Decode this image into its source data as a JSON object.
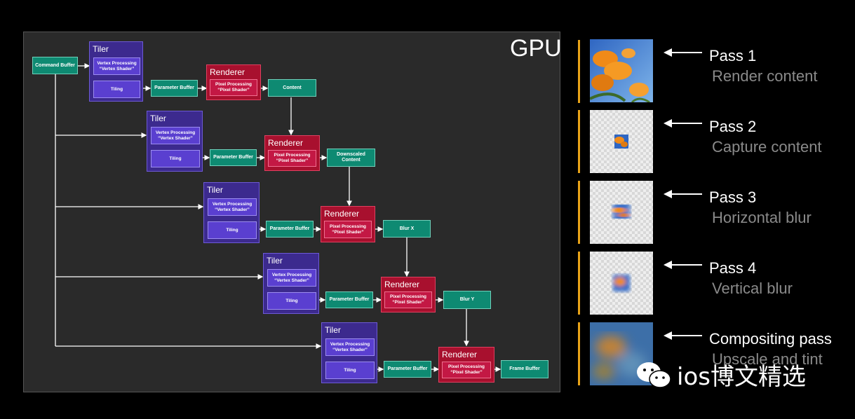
{
  "gpu_label": "GPU",
  "command_buffer": "Command Buffer",
  "stages": [
    {
      "tiler_title": "Tiler",
      "vertex": "Vertex Processing “Vertex Shader”",
      "tiling": "Tiling",
      "param": "Parameter Buffer",
      "renderer_title": "Renderer",
      "pixel": "Pixel Processing “Pixel Shader”",
      "output": "Content"
    },
    {
      "tiler_title": "Tiler",
      "vertex": "Vertex Processing “Vertex Shader”",
      "tiling": "Tiling",
      "param": "Parameter Buffer",
      "renderer_title": "Renderer",
      "pixel": "Pixel Processing “Pixel Shader”",
      "output": "Downscaled Content"
    },
    {
      "tiler_title": "Tiler",
      "vertex": "Vertex Processing “Vertex Shader”",
      "tiling": "Tiling",
      "param": "Parameter Buffer",
      "renderer_title": "Renderer",
      "pixel": "Pixel Processing “Pixel Shader”",
      "output": "Blur X"
    },
    {
      "tiler_title": "Tiler",
      "vertex": "Vertex Processing “Vertex Shader”",
      "tiling": "Tiling",
      "param": "Parameter Buffer",
      "renderer_title": "Renderer",
      "pixel": "Pixel Processing “Pixel Shader”",
      "output": "Blur Y"
    },
    {
      "tiler_title": "Tiler",
      "vertex": "Vertex Processing “Vertex Shader”",
      "tiling": "Tiling",
      "param": "Parameter Buffer",
      "renderer_title": "Renderer",
      "pixel": "Pixel Processing “Pixel Shader”",
      "output": "Frame Buffer"
    }
  ],
  "passes": [
    {
      "name": "Pass 1",
      "desc": "Render content"
    },
    {
      "name": "Pass 2",
      "desc": "Capture content"
    },
    {
      "name": "Pass 3",
      "desc": "Horizontal blur"
    },
    {
      "name": "Pass 4",
      "desc": "Vertical blur"
    },
    {
      "name": "Compositing pass",
      "desc": "Upscale and tint"
    }
  ],
  "watermark": "ios博文精选",
  "colors": {
    "accent": "#e8a317",
    "tiler": "#3c2a8e",
    "renderer": "#a8102e",
    "buffer": "#0e8a72"
  }
}
